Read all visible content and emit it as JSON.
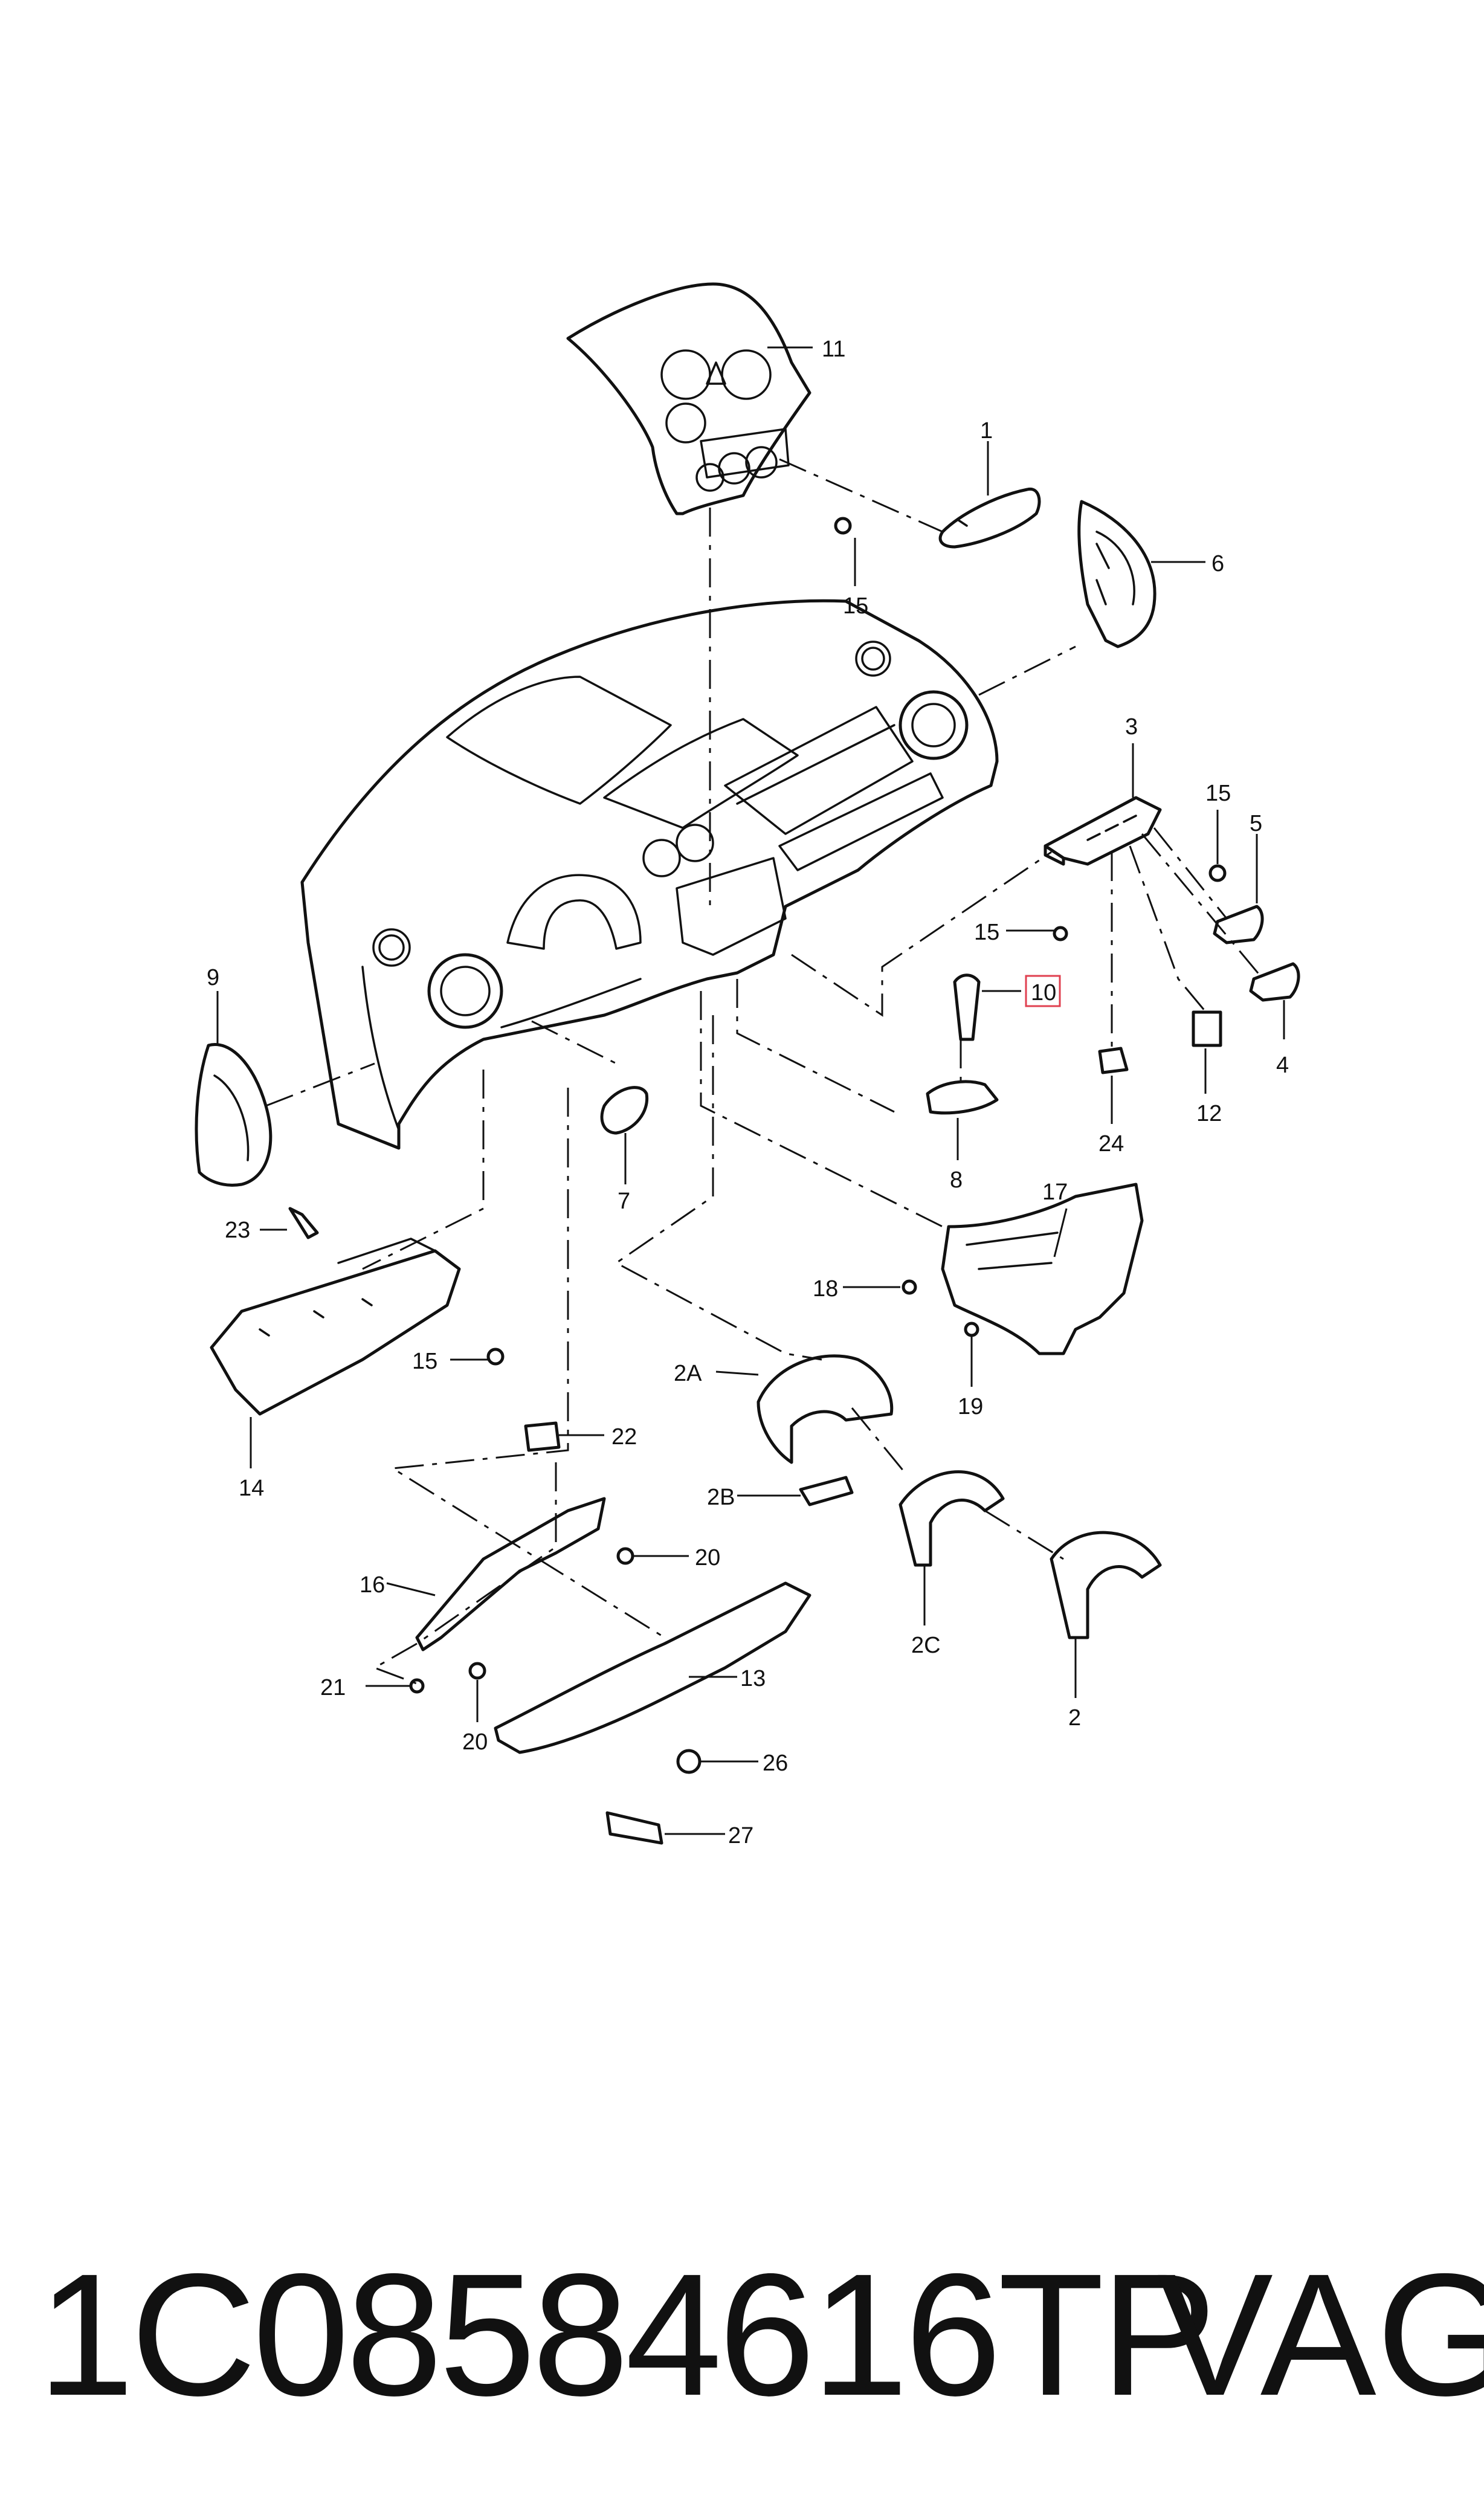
{
  "diagram": {
    "callouts": [
      "1",
      "2",
      "2A",
      "2B",
      "2C",
      "3",
      "4",
      "5",
      "6",
      "7",
      "8",
      "9",
      "10",
      "11",
      "12",
      "13",
      "14",
      "15",
      "16",
      "17",
      "18",
      "19",
      "20",
      "21",
      "22",
      "23",
      "24",
      "26",
      "27"
    ],
    "highlighted_callout": "11",
    "highlight_color": "#e04050"
  },
  "footer": {
    "part_number": "1C08584616TP",
    "brand": "VAG"
  }
}
